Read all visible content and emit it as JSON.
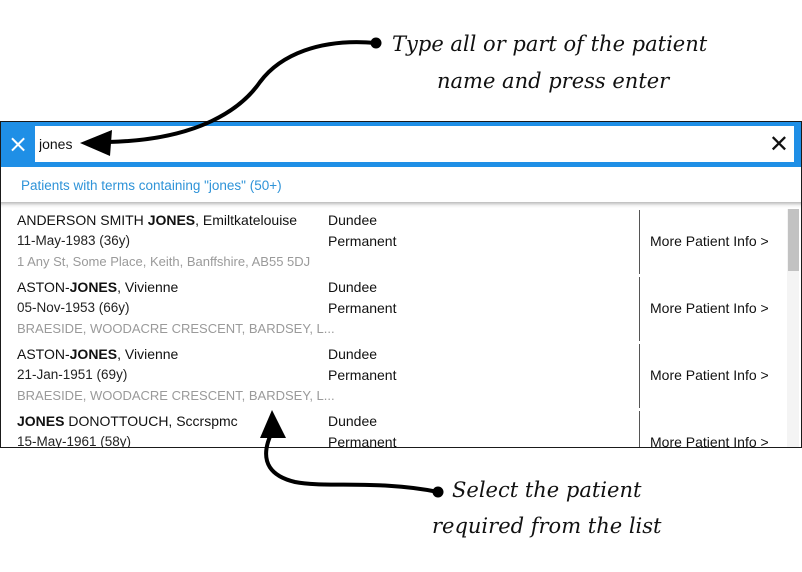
{
  "annotations": {
    "top_line1": "Type all or part of the patient",
    "top_line2": "name and press enter",
    "bottom_line1": "Select the patient",
    "bottom_line2": "required from the list"
  },
  "search": {
    "clear_icon": "×",
    "value": "jones",
    "close_icon": "✕"
  },
  "results": {
    "header": "Patients with terms containing \"jones\" (50+)",
    "rows": [
      {
        "name_pre": "ANDERSON SMITH ",
        "name_bold": "JONES",
        "name_post": ", Emiltkatelouise",
        "dob": "11-May-1983 (36y)",
        "address": "1 Any St, Some Place, Keith, Banffshire, AB55 5DJ",
        "location": "Dundee",
        "status": "Permanent",
        "more": "More Patient Info >"
      },
      {
        "name_pre": "ASTON-",
        "name_bold": "JONES",
        "name_post": ", Vivienne",
        "dob": "05-Nov-1953 (66y)",
        "address": "BRAESIDE,    WOODACRE CRESCENT, BARDSEY, L...",
        "location": "Dundee",
        "status": "Permanent",
        "more": "More Patient Info >"
      },
      {
        "name_pre": "ASTON-",
        "name_bold": "JONES",
        "name_post": ", Vivienne",
        "dob": "21-Jan-1951 (69y)",
        "address": "BRAESIDE,    WOODACRE CRESCENT, BARDSEY, L...",
        "location": "Dundee",
        "status": "Permanent",
        "more": "More Patient Info >"
      },
      {
        "name_pre": "",
        "name_bold": "JONES",
        "name_post": " DONOTTOUCH, Sccrspmc",
        "dob": "15-May-1961 (58y)",
        "address": "",
        "location": "Dundee",
        "status": "Permanent",
        "more": "More Patient Info >"
      }
    ]
  },
  "colors": {
    "accent": "#1f8fe6",
    "link": "#2e93d8"
  }
}
